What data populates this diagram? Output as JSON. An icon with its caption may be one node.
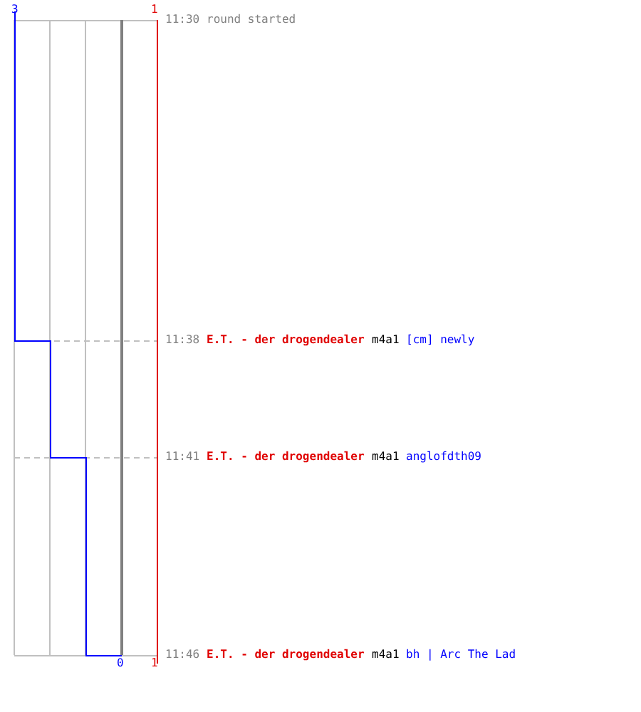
{
  "diagram": {
    "labels": [
      "3",
      "1",
      "11:30",
      "round started",
      "11:38",
      "E.T. - der drogendealer",
      "m4a1",
      "[cm] newly",
      "11:41",
      "E.T. - der drogendealer",
      "m4a1",
      "anglofdth09",
      "11:46",
      "E.T. - der drogendealer",
      "m4a1",
      "bh | Arc The Lad",
      "0",
      "1"
    ]
  }
}
